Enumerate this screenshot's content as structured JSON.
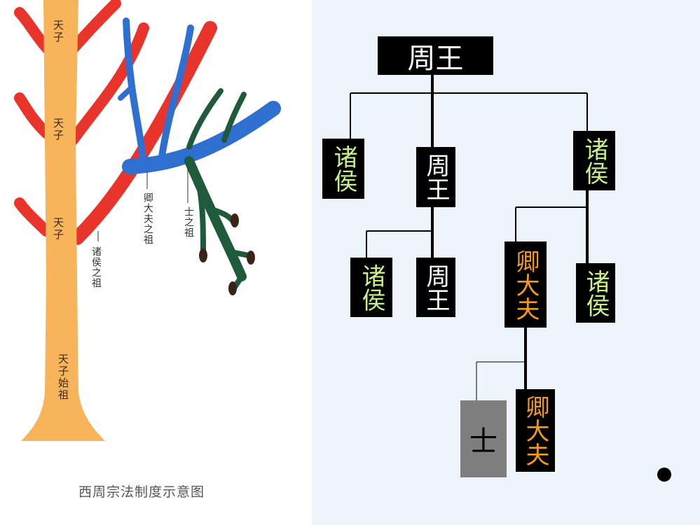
{
  "left_figure": {
    "trunk_labels": [
      "天子",
      "天子",
      "天子",
      "天子始祖"
    ],
    "branch_labels": {
      "zhuhou_ancestor": "诸侯之祖",
      "qingdafu_ancestor": "卿大夫之祖",
      "shi_ancestor": "士之祖"
    },
    "caption": "西周宗法制度示意图",
    "colors": {
      "trunk": "#f7b45a",
      "zhuhou": "#e8342a",
      "qingdafu": "#2f6fd0",
      "shi": "#1f5a3a",
      "bud": "#3a2418"
    }
  },
  "chart": {
    "nodes": {
      "root": "周王",
      "zhuhou_1": "诸侯",
      "zhouwang_2": "周王",
      "zhuhou_2": "诸侯",
      "zhuhou_3": "诸侯",
      "zhouwang_3": "周王",
      "qingdafu_1": "卿大夫",
      "zhuhou_4": "诸侯",
      "shi": "士",
      "qingdafu_2": "卿大夫"
    },
    "colors": {
      "box": "#000000",
      "shi_box": "#7f7f7f",
      "zhuhou_text": "#c8f08a",
      "qingdafu_text": "#f49a1a",
      "wang_text": "#ffffff",
      "panel_bg": "#eef4fb"
    }
  }
}
